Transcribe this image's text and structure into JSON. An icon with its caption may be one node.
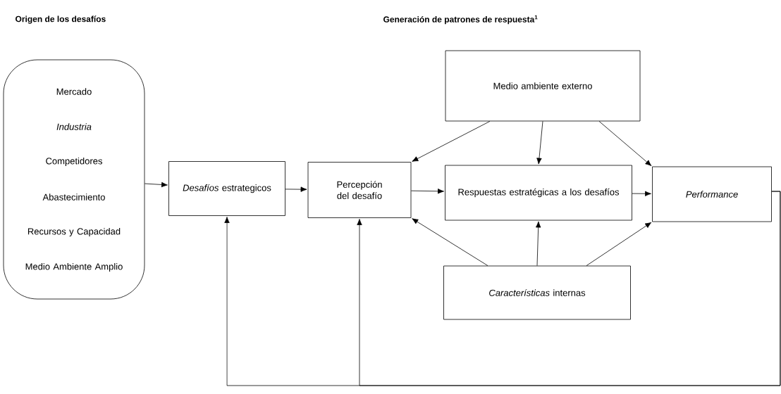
{
  "diagram": {
    "nodes": [
      {
        "text": [
          "Mercado",
          "Industria",
          "Competidores",
          "Abastecimiento",
          "Recursos y Capacidad",
          "Medio Ambiente Amplio"
        ]
      },
      {
        "text": [
          "*Desafíos* estrategicos"
        ]
      },
      {
        "text": [
          "Percepción del desafío"
        ]
      },
      {
        "text": [
          "Medio ambiente externo"
        ]
      },
      {
        "text": [
          "Respuestas estratégicas a los desafíos"
        ]
      },
      {
        "text": [
          "Performance"
        ]
      },
      {
        "text": [
          "*Características* internas"
        ]
      }
    ],
    "edges": [
      {
        "from": 0,
        "to": 1,
        "arrow": "to"
      },
      {
        "from": 1,
        "to": 2,
        "arrow": "to"
      },
      {
        "from": 2,
        "to": 4,
        "arrow": "to"
      },
      {
        "from": 4,
        "to": 5,
        "arrow": "to"
      },
      {
        "from": 3,
        "to": 2,
        "arrow": "to"
      },
      {
        "from": 3,
        "to": 4,
        "arrow": "to"
      },
      {
        "from": 3,
        "to": 5,
        "arrow": "to"
      },
      {
        "from": 6,
        "to": 2,
        "arrow": "to"
      },
      {
        "from": 6,
        "to": 4,
        "arrow": "to"
      },
      {
        "from": 6,
        "to": 5,
        "arrow": "to"
      },
      {
        "from": 5,
        "to": 1,
        "arrow": "to"
      },
      {
        "from": 5,
        "to": 2,
        "arrow": "to"
      }
    ],
    "labels": [
      "Origen de los desafíos",
      "Generación de patrones de respuesta$^{1}$"
    ]
  }
}
